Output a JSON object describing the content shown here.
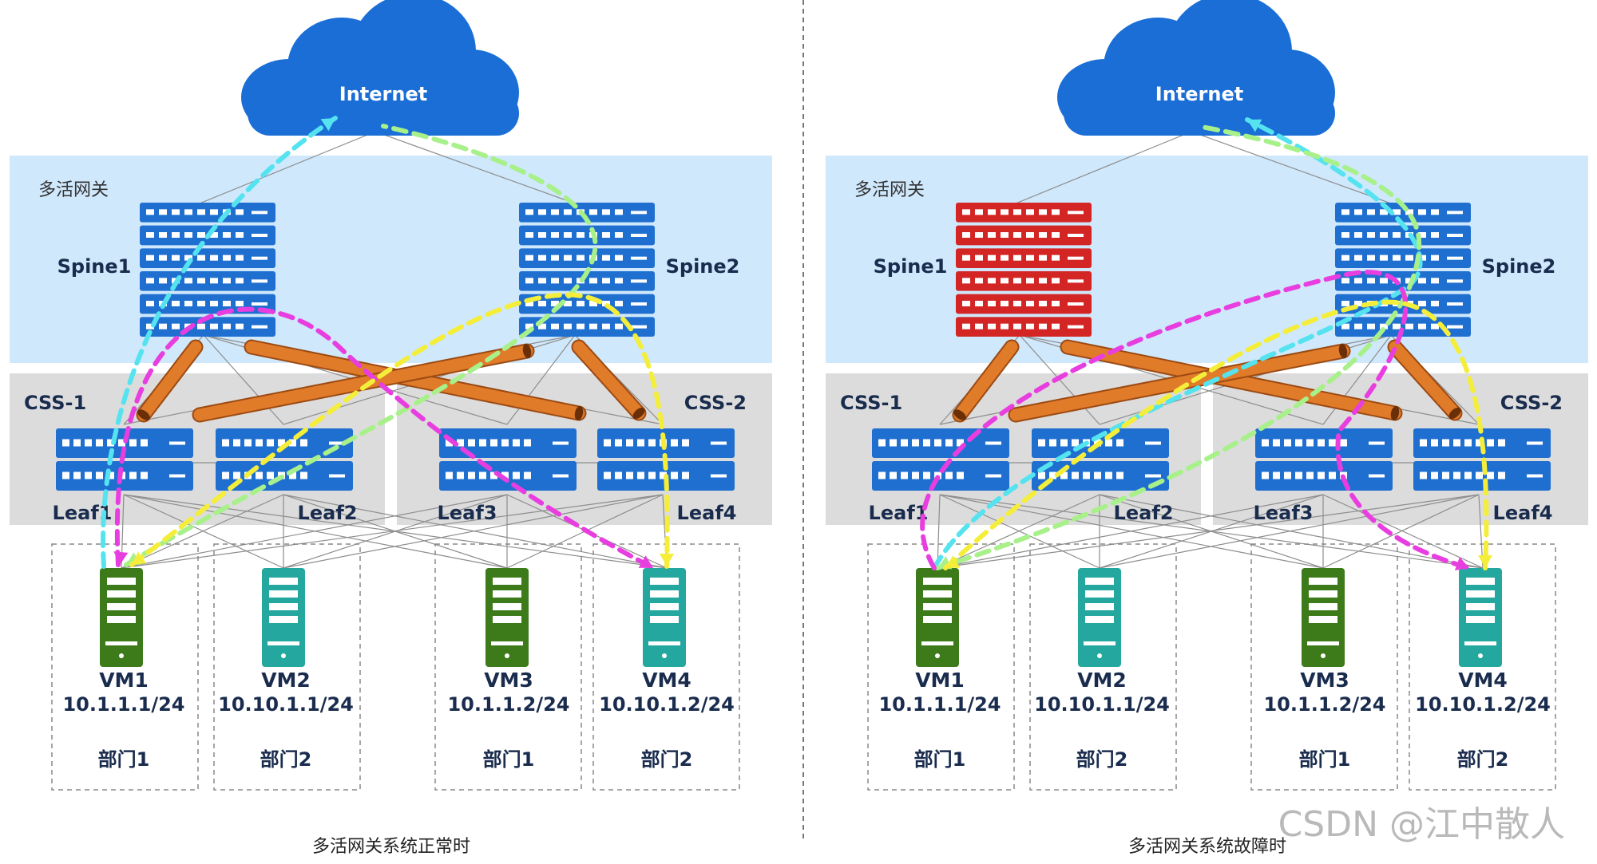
{
  "panels": [
    {
      "caption": "多活网关系统正常时",
      "zone_label": "多活网关",
      "cloud_label": "Internet",
      "spines": [
        {
          "label": "Spine1",
          "state": "normal"
        },
        {
          "label": "Spine2",
          "state": "normal"
        }
      ],
      "css_groups": [
        {
          "label": "CSS-1"
        },
        {
          "label": "CSS-2"
        }
      ],
      "leaves": [
        {
          "label": "Leaf1"
        },
        {
          "label": "Leaf2"
        },
        {
          "label": "Leaf3"
        },
        {
          "label": "Leaf4"
        }
      ],
      "vms": [
        {
          "name": "VM1",
          "ip": "10.1.1.1/24",
          "dept": "部门1",
          "color": "green"
        },
        {
          "name": "VM2",
          "ip": "10.10.1.1/24",
          "dept": "部门2",
          "color": "teal"
        },
        {
          "name": "VM3",
          "ip": "10.1.1.2/24",
          "dept": "部门1",
          "color": "green"
        },
        {
          "name": "VM4",
          "ip": "10.10.1.2/24",
          "dept": "部门2",
          "color": "teal"
        }
      ]
    },
    {
      "caption": "多活网关系统故障时",
      "zone_label": "多活网关",
      "cloud_label": "Internet",
      "spines": [
        {
          "label": "Spine1",
          "state": "failed"
        },
        {
          "label": "Spine2",
          "state": "normal"
        }
      ],
      "css_groups": [
        {
          "label": "CSS-1"
        },
        {
          "label": "CSS-2"
        }
      ],
      "leaves": [
        {
          "label": "Leaf1"
        },
        {
          "label": "Leaf2"
        },
        {
          "label": "Leaf3"
        },
        {
          "label": "Leaf4"
        }
      ],
      "vms": [
        {
          "name": "VM1",
          "ip": "10.1.1.1/24",
          "dept": "部门1",
          "color": "green"
        },
        {
          "name": "VM2",
          "ip": "10.10.1.1/24",
          "dept": "部门2",
          "color": "teal"
        },
        {
          "name": "VM3",
          "ip": "10.1.1.2/24",
          "dept": "部门1",
          "color": "green"
        },
        {
          "name": "VM4",
          "ip": "10.10.1.2/24",
          "dept": "部门2",
          "color": "teal"
        }
      ]
    }
  ],
  "watermark": "CSDN @江中散人",
  "colors": {
    "cloud": "#1a6ed6",
    "switch_blue": "#1f6fd0",
    "switch_red": "#d42525",
    "zone_blue": "#cfe8fb",
    "zone_gray": "#dcdcdc",
    "link_orange": "#e07b2a",
    "vm_green": "#3d7a1a",
    "vm_teal": "#23a79e",
    "flow_cyan": "#55e3f0",
    "flow_magenta": "#e83ee0",
    "flow_yellow": "#f4ee3a",
    "flow_lightgreen": "#a8f08a"
  }
}
